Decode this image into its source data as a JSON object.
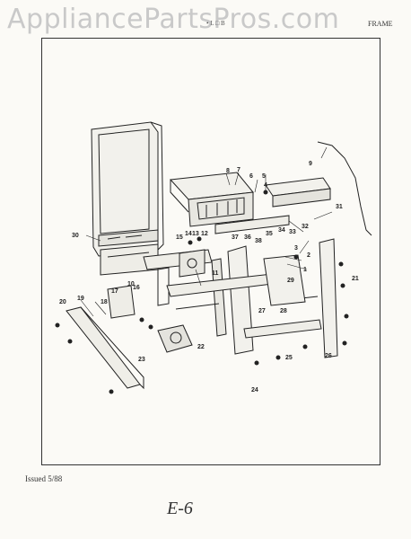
{
  "watermark": "AppliancePartsPros.com",
  "header": {
    "section_title": "FRAME",
    "header_fragment": "• L □ B"
  },
  "footer": {
    "issued": "Issued 5/88",
    "page_code": "E-6"
  },
  "diagram": {
    "callouts": [
      "1",
      "2",
      "3",
      "4",
      "5",
      "6",
      "7",
      "8",
      "9",
      "10",
      "11",
      "12",
      "13",
      "14",
      "15",
      "16",
      "17",
      "18",
      "19",
      "20",
      "21",
      "22",
      "23",
      "24",
      "25",
      "26",
      "27",
      "28",
      "29",
      "30",
      "31",
      "32",
      "33",
      "34",
      "35",
      "36",
      "37",
      "38"
    ]
  }
}
